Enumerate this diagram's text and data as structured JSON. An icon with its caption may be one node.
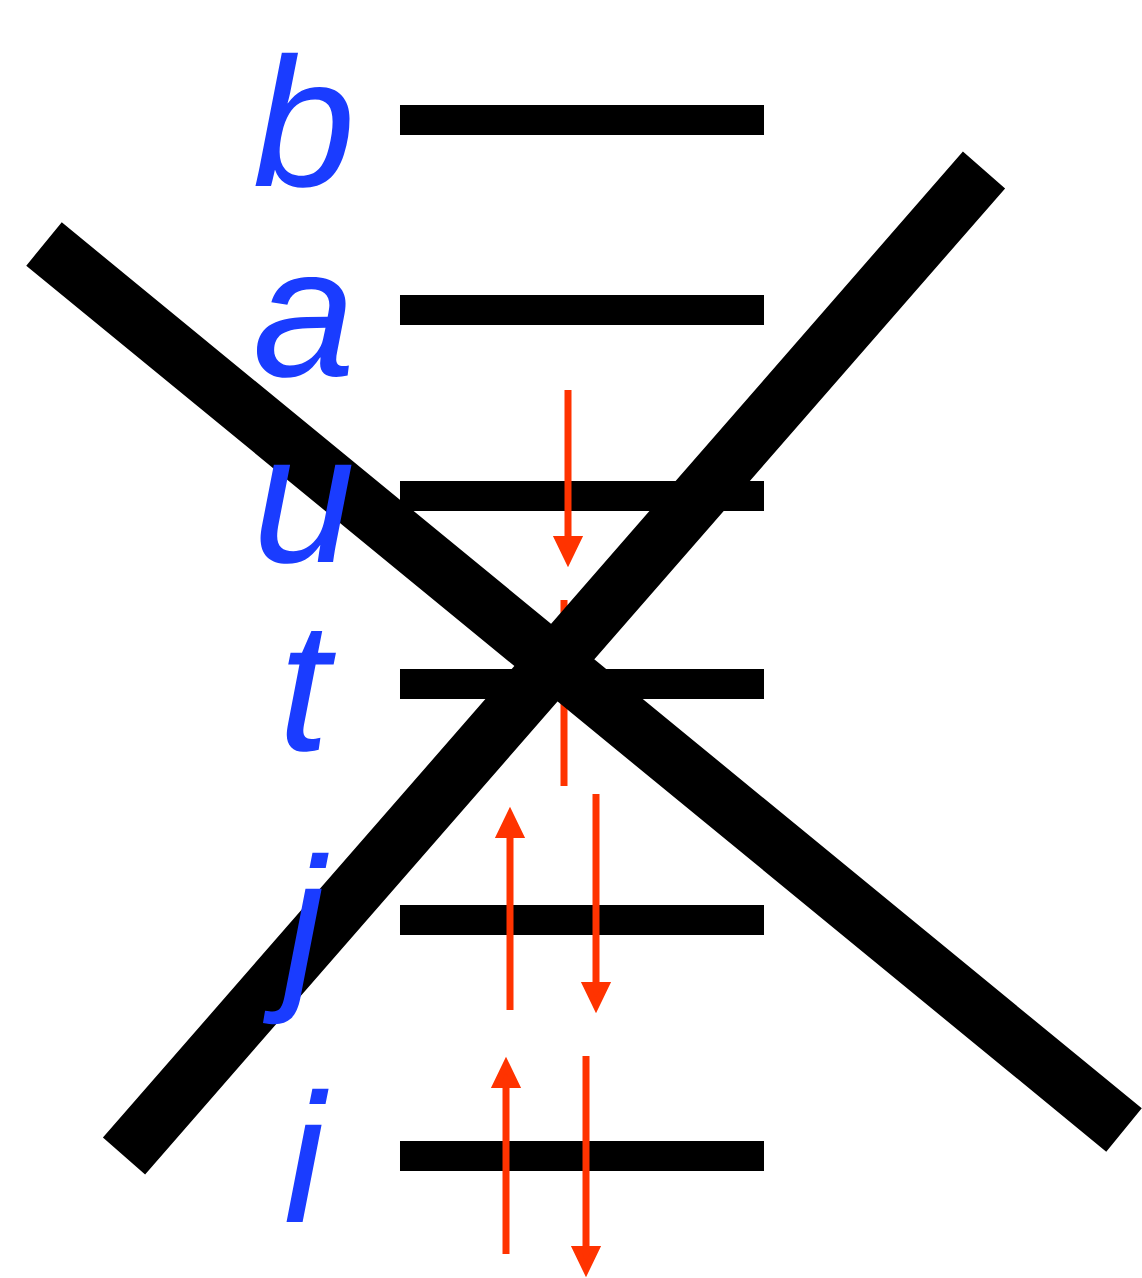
{
  "diagram": {
    "labels": [
      "b",
      "a",
      "u",
      "t",
      "j",
      "i"
    ]
  }
}
